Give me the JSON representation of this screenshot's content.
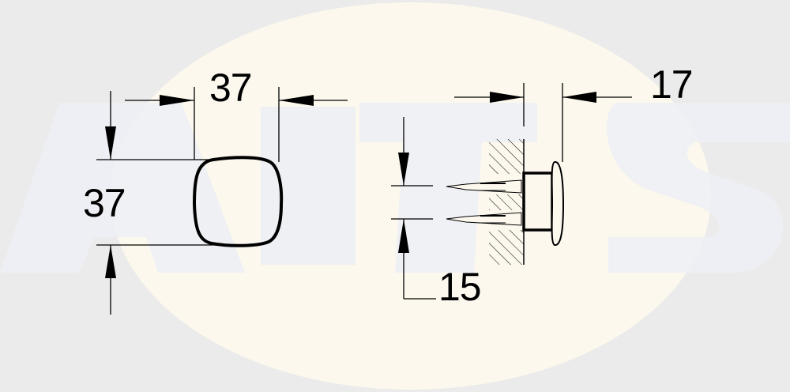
{
  "drawing": {
    "type": "technical dimension drawing",
    "views": [
      {
        "name": "front-view",
        "shape": "rounded square knob"
      },
      {
        "name": "side-view",
        "shape": "knob mounted on wall with two fixing screws"
      }
    ],
    "dimensions": {
      "front_width": "37",
      "front_height": "37",
      "side_depth": "17",
      "screw_spacing": "15"
    },
    "unit": "mm"
  },
  "watermark": {
    "background_color": "#ebebeb",
    "circle_color": "#fcf8ee",
    "letters_color": "#eff0f5"
  },
  "colors": {
    "line": "#000000"
  }
}
